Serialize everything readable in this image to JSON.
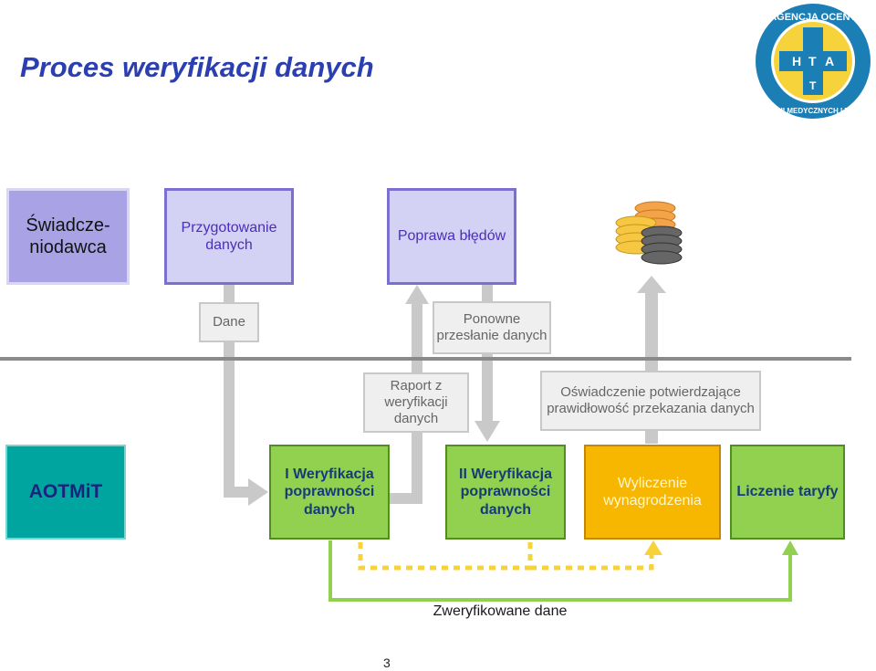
{
  "title": "Proces weryfikacji danych",
  "logo": {
    "text": "AGENCJA OCENY TECHNOLOGII MEDYCZNYCH I TARYFIKACJI",
    "letters": "HTA&T"
  },
  "provider": "Świadcze-niodawca",
  "prep": "Przygotowanie danych",
  "fix": "Poprawa błędów",
  "dane": "Dane",
  "resend": "Ponowne przesłanie danych",
  "report": "Raport z weryfikacji danych",
  "statement": "Oświadczenie potwierdzające prawidłowość przekazania danych",
  "aotmit": "AOTMiT",
  "ver1": "I Weryfikacja poprawności danych",
  "ver2": "II Weryfikacja poprawności danych",
  "calc": "Wyliczenie wynagrodzenia",
  "tariff": "Liczenie taryfy",
  "verified": "Zweryfikowane dane",
  "page": "3",
  "colors": {
    "title": "#2b3fb0",
    "green": "#92d050",
    "orange": "#f7b600",
    "teal": "#00a5a0",
    "purple": "#d3d1f4"
  }
}
